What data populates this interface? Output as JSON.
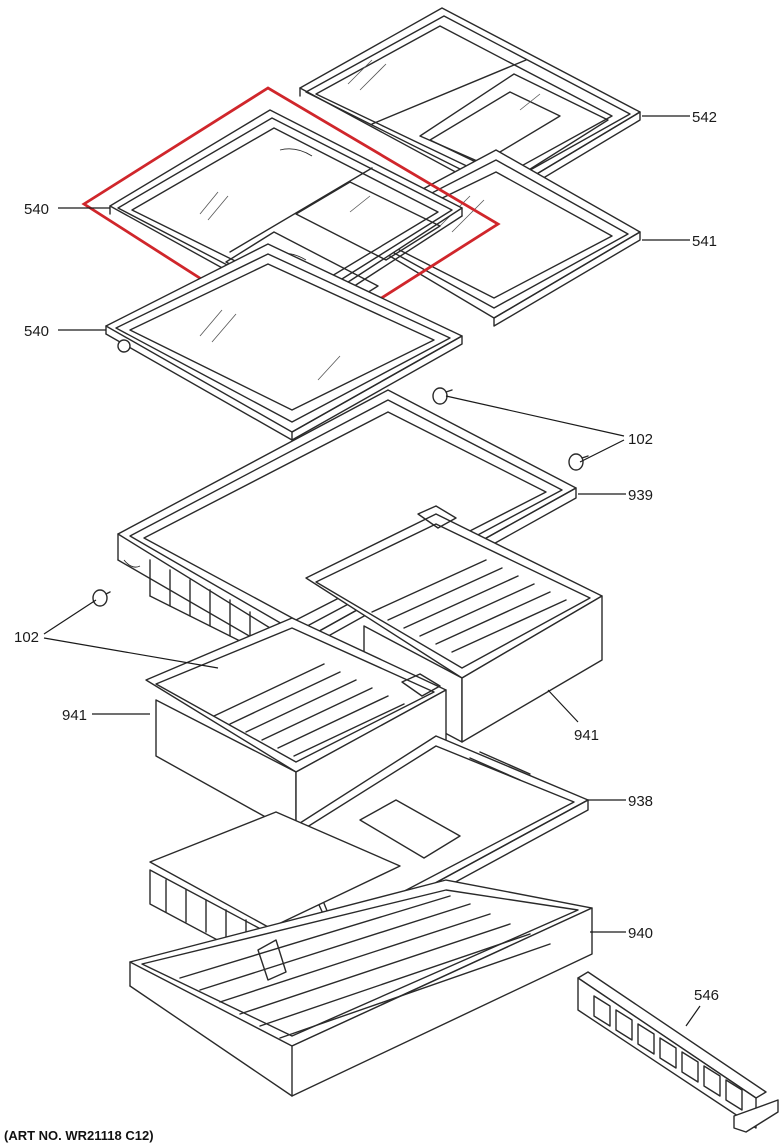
{
  "callouts": {
    "c542": "542",
    "c540a": "540",
    "c541": "541",
    "c540b": "540",
    "c102a": "102",
    "c939": "939",
    "c102b": "102",
    "c941a": "941",
    "c941b": "941",
    "c938": "938",
    "c940": "940",
    "c546": "546"
  },
  "art_number": "(ART NO. WR21118 C12)",
  "highlight_color": "#d0262b"
}
